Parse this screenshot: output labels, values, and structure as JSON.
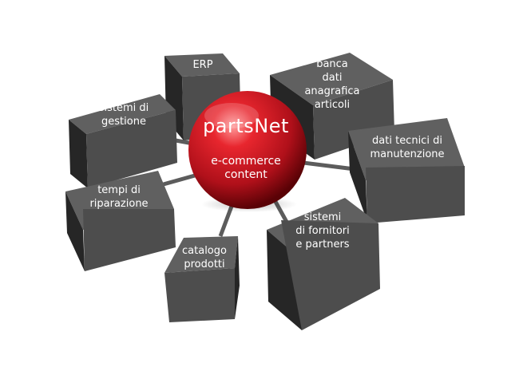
{
  "hub": {
    "title": "partsNet",
    "subtitle": "e-commerce\ncontent"
  },
  "nodes": [
    {
      "id": "erp",
      "label": "ERP"
    },
    {
      "id": "banca",
      "label": "banca\ndati anagrafica\narticoli"
    },
    {
      "id": "sistemi-gestione",
      "label": "sistemi di\ngestione"
    },
    {
      "id": "dati-tecnici",
      "label": "dati tecnici di\nmanutenzione"
    },
    {
      "id": "tempi",
      "label": "tempi di\nriparazione"
    },
    {
      "id": "fornitori",
      "label": "sistemi\ndi fornitori\ne partners"
    },
    {
      "id": "catalogo",
      "label": "catalogo\nprodotti"
    }
  ],
  "colors": {
    "cube_top": "#606060",
    "cube_front": "#4d4d4d",
    "cube_side": "#262626",
    "connector": "#5c5c5c",
    "sphere": "#c8141e"
  }
}
